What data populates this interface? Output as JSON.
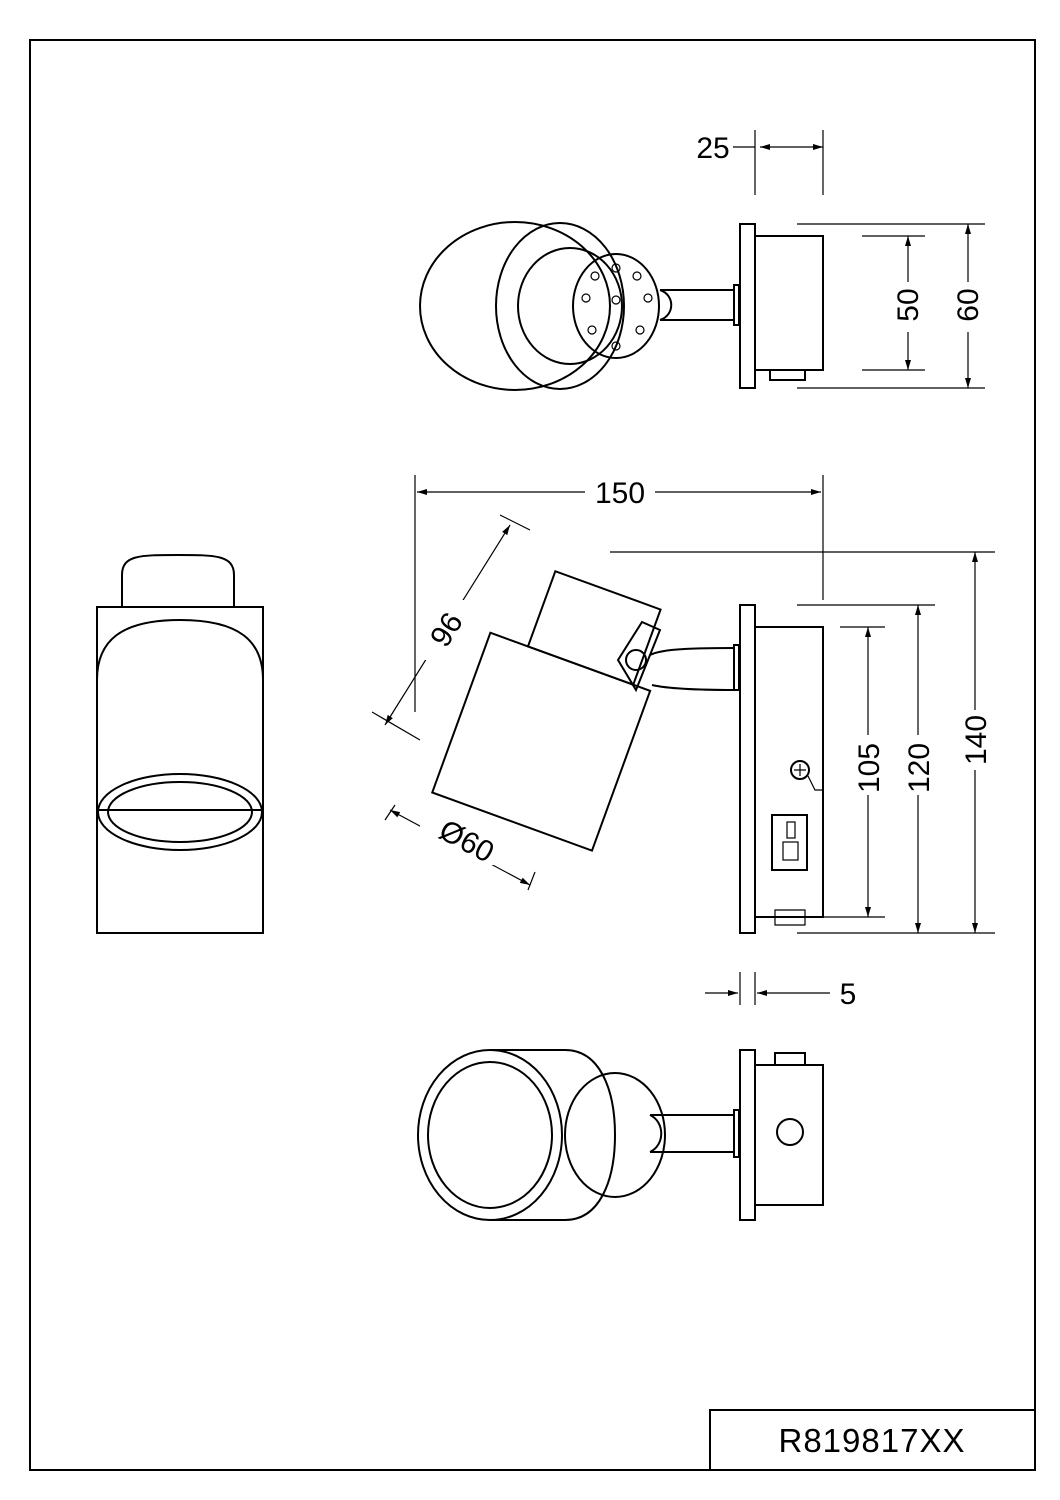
{
  "drawing": {
    "model_code": "R819817XX",
    "dimensions": {
      "bracket_depth": "25",
      "backplate_height_inner": "50",
      "backplate_height_outer": "60",
      "overall_width": "150",
      "shade_length": "96",
      "shade_diameter": "Ø60",
      "height_105": "105",
      "height_120": "120",
      "height_140": "140",
      "plate_thickness": "5"
    }
  }
}
